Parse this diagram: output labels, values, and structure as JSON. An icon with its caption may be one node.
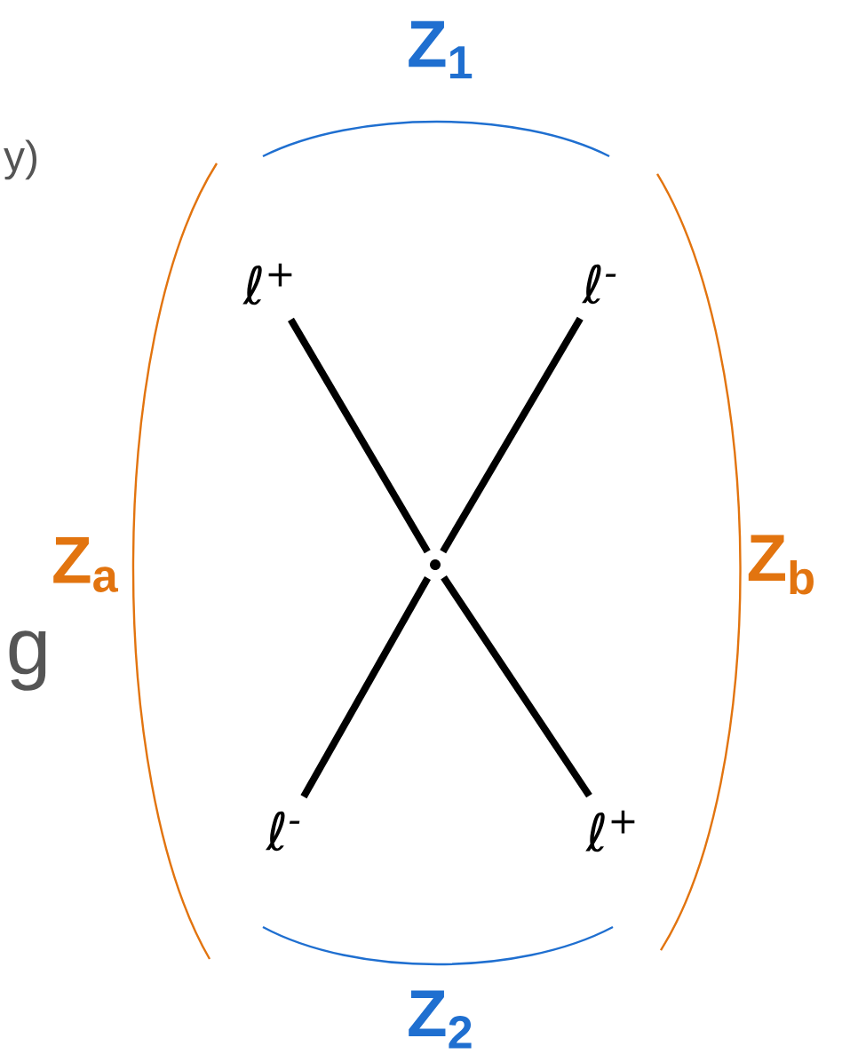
{
  "diagram": {
    "nodes": [
      {
        "text": [
          "ℓ$^{+}$"
        ]
      },
      {
        "text": [
          "ℓ$^{-}$"
        ]
      },
      {
        "text": [],
        "shape": "circle"
      },
      {
        "text": [
          "ℓ$^{-}$"
        ]
      },
      {
        "text": [
          "ℓ$^{+}$"
        ]
      }
    ],
    "edges": [
      {
        "from": 2,
        "to": 0,
        "arrow": "none"
      },
      {
        "from": 2,
        "to": 1,
        "arrow": "none"
      },
      {
        "from": 2,
        "to": 3,
        "arrow": "none"
      },
      {
        "from": 2,
        "to": 4,
        "arrow": "none"
      }
    ],
    "labels": [
      "Z$_{1}$",
      "y)",
      "Z$_{a}$",
      "Z$_{b}$",
      "g",
      "Z$_{2}$"
    ]
  }
}
